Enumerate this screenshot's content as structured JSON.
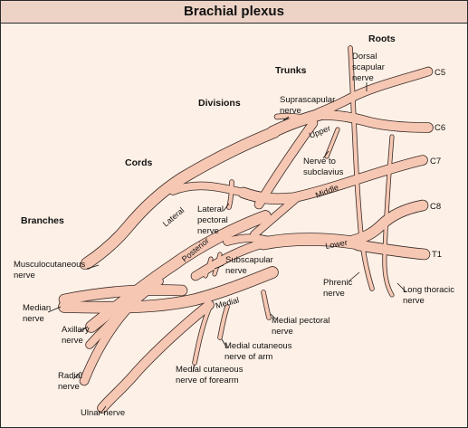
{
  "title": "Brachial plexus",
  "colors": {
    "nerve_fill": "#f6c8b4",
    "nerve_outline": "#3a2a26",
    "background": "#fdf0e6",
    "title_bar": "#ecd3c6"
  },
  "headings": {
    "roots": "Roots",
    "trunks": "Trunks",
    "divisions": "Divisions",
    "cords": "Cords",
    "branches": "Branches"
  },
  "roots": {
    "c5": "C5",
    "c6": "C6",
    "c7": "C7",
    "c8": "C8",
    "t1": "T1"
  },
  "trunks": {
    "upper": "Upper",
    "middle": "Middle",
    "lower": "Lower"
  },
  "cords": {
    "lateral": "Lateral",
    "posterior": "Posterior",
    "medial": "Medial"
  },
  "nerves": {
    "dorsal_scapular": [
      "Dorsal",
      "scapular",
      "nerve"
    ],
    "suprascapular": [
      "Suprascapular",
      "nerve"
    ],
    "to_subclavius": [
      "Nerve to",
      "subclavius"
    ],
    "lateral_pectoral": [
      "Lateral",
      "pectoral",
      "nerve"
    ],
    "subscapular": [
      "Subscapular",
      "nerve"
    ],
    "musculocutaneous": [
      "Musculocutaneous",
      "nerve"
    ],
    "median": [
      "Median",
      "nerve"
    ],
    "axillary": [
      "Axillary",
      "nerve"
    ],
    "radial": [
      "Radial",
      "nerve"
    ],
    "ulnar": [
      "Ulnar nerve"
    ],
    "phrenic": [
      "Phrenic",
      "nerve"
    ],
    "long_thoracic": [
      "Long thoracic",
      "nerve"
    ],
    "medial_pectoral": [
      "Medial pectoral",
      "nerve"
    ],
    "medial_cutaneous_arm": [
      "Medial cutaneous",
      "nerve of arm"
    ],
    "medial_cutaneous_forearm": [
      "Medial cutaneous",
      "nerve of forearm"
    ]
  }
}
